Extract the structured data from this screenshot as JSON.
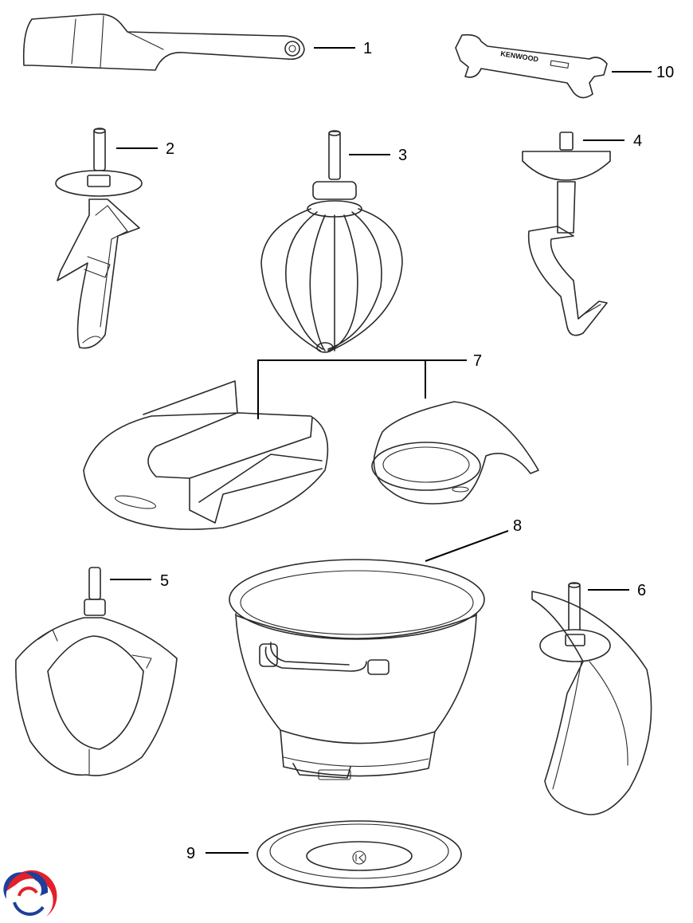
{
  "callouts": {
    "c1": "1",
    "c2": "2",
    "c3": "3",
    "c4": "4",
    "c5": "5",
    "c6": "6",
    "c7": "7",
    "c8": "8",
    "c9": "9",
    "c10": "10"
  },
  "spanner_brand": "KENWOOD",
  "logo": {
    "icon": "brand-swirl-logo",
    "colors": {
      "red": "#e3202a",
      "blue": "#1e3f9a"
    }
  }
}
